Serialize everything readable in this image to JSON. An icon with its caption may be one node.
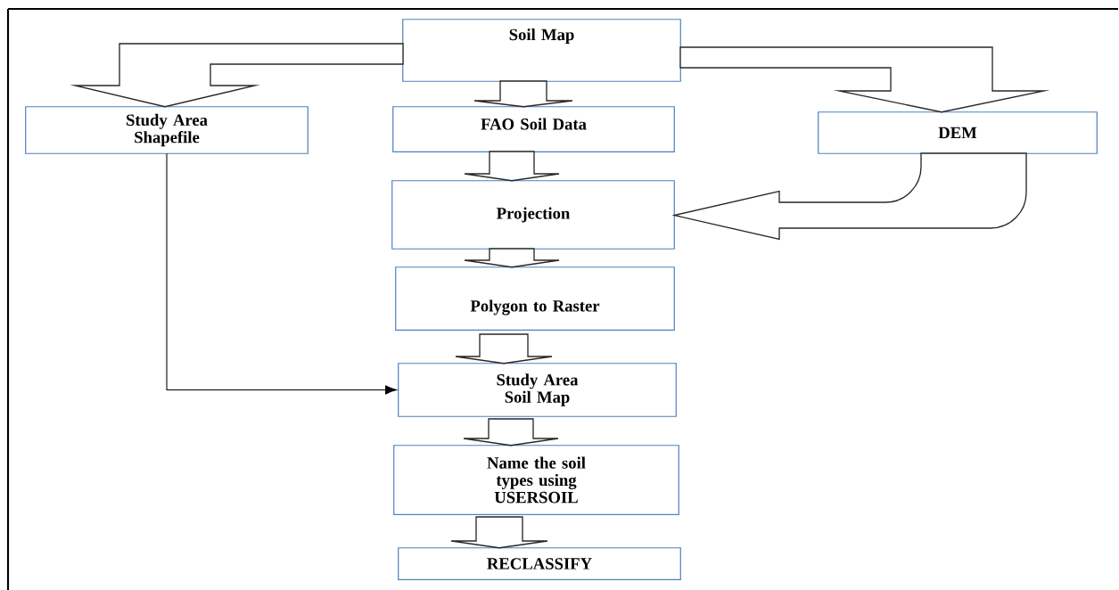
{
  "diagram": {
    "nodes": [
      {
        "text": [
          "Soil Map"
        ]
      },
      {
        "text": [
          "Study Area Shapefile"
        ]
      },
      {
        "text": [
          "FAO Soil Data"
        ]
      },
      {
        "text": [
          "DEM"
        ]
      },
      {
        "text": [
          "Projection"
        ]
      },
      {
        "text": [
          "Polygon to Raster"
        ]
      },
      {
        "text": [
          "Study Area Soil Map"
        ]
      },
      {
        "text": [
          "Name the soil types using USERSOIL"
        ]
      },
      {
        "text": [
          "RECLASSIFY"
        ]
      }
    ],
    "edges": [
      {
        "from": 0,
        "to": 1,
        "arrow": "to"
      },
      {
        "from": 0,
        "to": 2,
        "arrow": "to"
      },
      {
        "from": 0,
        "to": 3,
        "arrow": "to"
      },
      {
        "from": 1,
        "to": 6,
        "arrow": "to"
      },
      {
        "from": 2,
        "to": 4,
        "arrow": "to"
      },
      {
        "from": 3,
        "to": 4,
        "arrow": "to"
      },
      {
        "from": 4,
        "to": 5,
        "arrow": "to"
      },
      {
        "from": 5,
        "to": 6,
        "arrow": "to"
      },
      {
        "from": 6,
        "to": 7,
        "arrow": "to"
      },
      {
        "from": 7,
        "to": 8,
        "arrow": "to"
      }
    ]
  }
}
